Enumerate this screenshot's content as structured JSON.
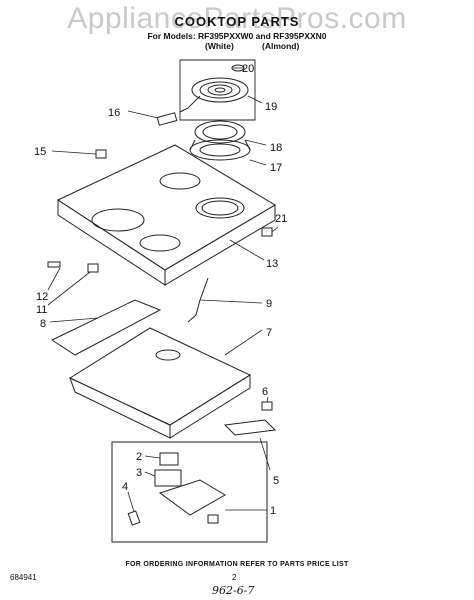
{
  "watermark": "AppliancePartsPros.com",
  "title": "COOKTOP PARTS",
  "models_line": "For Models: RF395PXXW0 and RF395PXXN0",
  "color_white": "(White)",
  "color_almond": "(Almond)",
  "callouts": [
    "20",
    "16",
    "19",
    "18",
    "15",
    "17",
    "21",
    "13",
    "12",
    "11",
    "9",
    "8",
    "7",
    "6",
    "2",
    "3",
    "5",
    "4",
    "1"
  ],
  "footer_note": "FOR ORDERING INFORMATION REFER TO PARTS PRICE LIST",
  "doc_code": "684941",
  "page_number": "2",
  "handwritten": "962-6-7"
}
